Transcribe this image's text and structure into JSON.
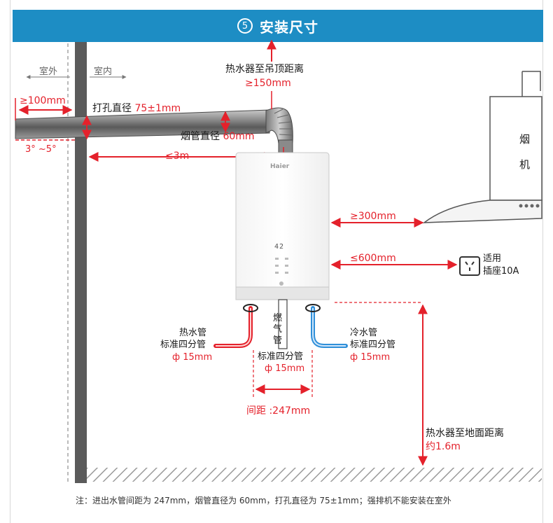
{
  "header": {
    "step_number": "5",
    "title": "安装尺寸"
  },
  "labels": {
    "outdoor": "室外",
    "indoor": "室内",
    "wall_gap": "≥100mm",
    "hole_diameter_label": "打孔直径",
    "hole_diameter_value": "75±1mm",
    "slope": "3°  ~5°",
    "flue_diameter_label": "烟管直径",
    "flue_diameter_value": "60mm",
    "pipe_length": "≤3m",
    "ceiling_label": "热水器至吊顶距离",
    "ceiling_value": "≥150mm",
    "brand": "Haier",
    "display": "42",
    "hood_gap": "≥300mm",
    "outlet_gap": "≤600mm",
    "outlet_label_1": "适用",
    "outlet_label_2": "插座10A",
    "hood_text_1": "烟",
    "hood_text_2": "机",
    "hot_pipe_1": "热水管",
    "hot_pipe_2": "标准四分管",
    "hot_pipe_3": "ф 15mm",
    "gas_pipe_1": "燃",
    "gas_pipe_2": "气",
    "gas_pipe_3": "管",
    "gas_spec_1": "标准四分管",
    "gas_spec_2": "ф 15mm",
    "cold_pipe_1": "冷水管",
    "cold_pipe_2": "标准四分管",
    "cold_pipe_3": "ф 15mm",
    "spacing": "间距 :247mm",
    "floor_label": "热水器至地面距离",
    "floor_value": "约1.6m"
  },
  "footnote": "注：进出水管间距为 247mm，烟管直径为 60mm，打孔直径为 75±1mm；强排机不能安装在室外",
  "colors": {
    "header": "#1d8dc4",
    "dimension_red": "#e4212b",
    "wall": "#5a5a5a",
    "hot_pipe": "#e4212b",
    "cold_pipe": "#2f8fd8"
  }
}
